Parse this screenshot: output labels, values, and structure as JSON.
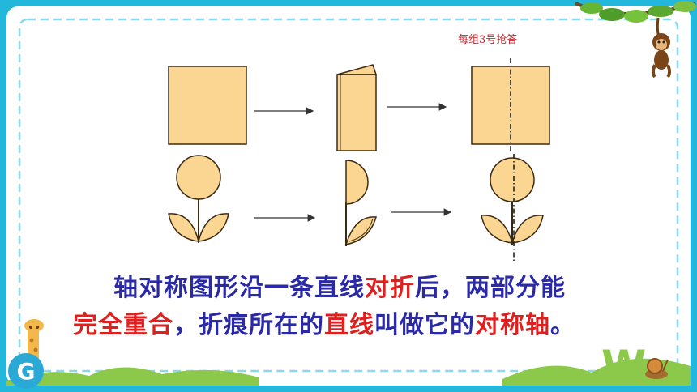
{
  "hint": "每组3号抢答",
  "sentence": {
    "line1_a": "轴对称图形沿一条直线",
    "line1_b": "对折",
    "line1_c": "后，两部分能",
    "line2_a": "完全重合",
    "line2_b": "，折痕所在的",
    "line2_c": "直线",
    "line2_d": "叫做它的",
    "line2_e": "对称轴",
    "line2_f": "。"
  },
  "colors": {
    "shape_fill": "#fbd592",
    "shape_stroke": "#3b2a12",
    "frame_border": "#1fb5d8",
    "frame_dash": "#7fd8ec",
    "text_blue": "#2a2aa8",
    "text_red": "#e01f1f",
    "grass": "#7cc043"
  },
  "icons": {
    "top_right": "monkey-icon",
    "bottom_left": "giraffe-icon",
    "bottom_right": "snail-icon"
  }
}
